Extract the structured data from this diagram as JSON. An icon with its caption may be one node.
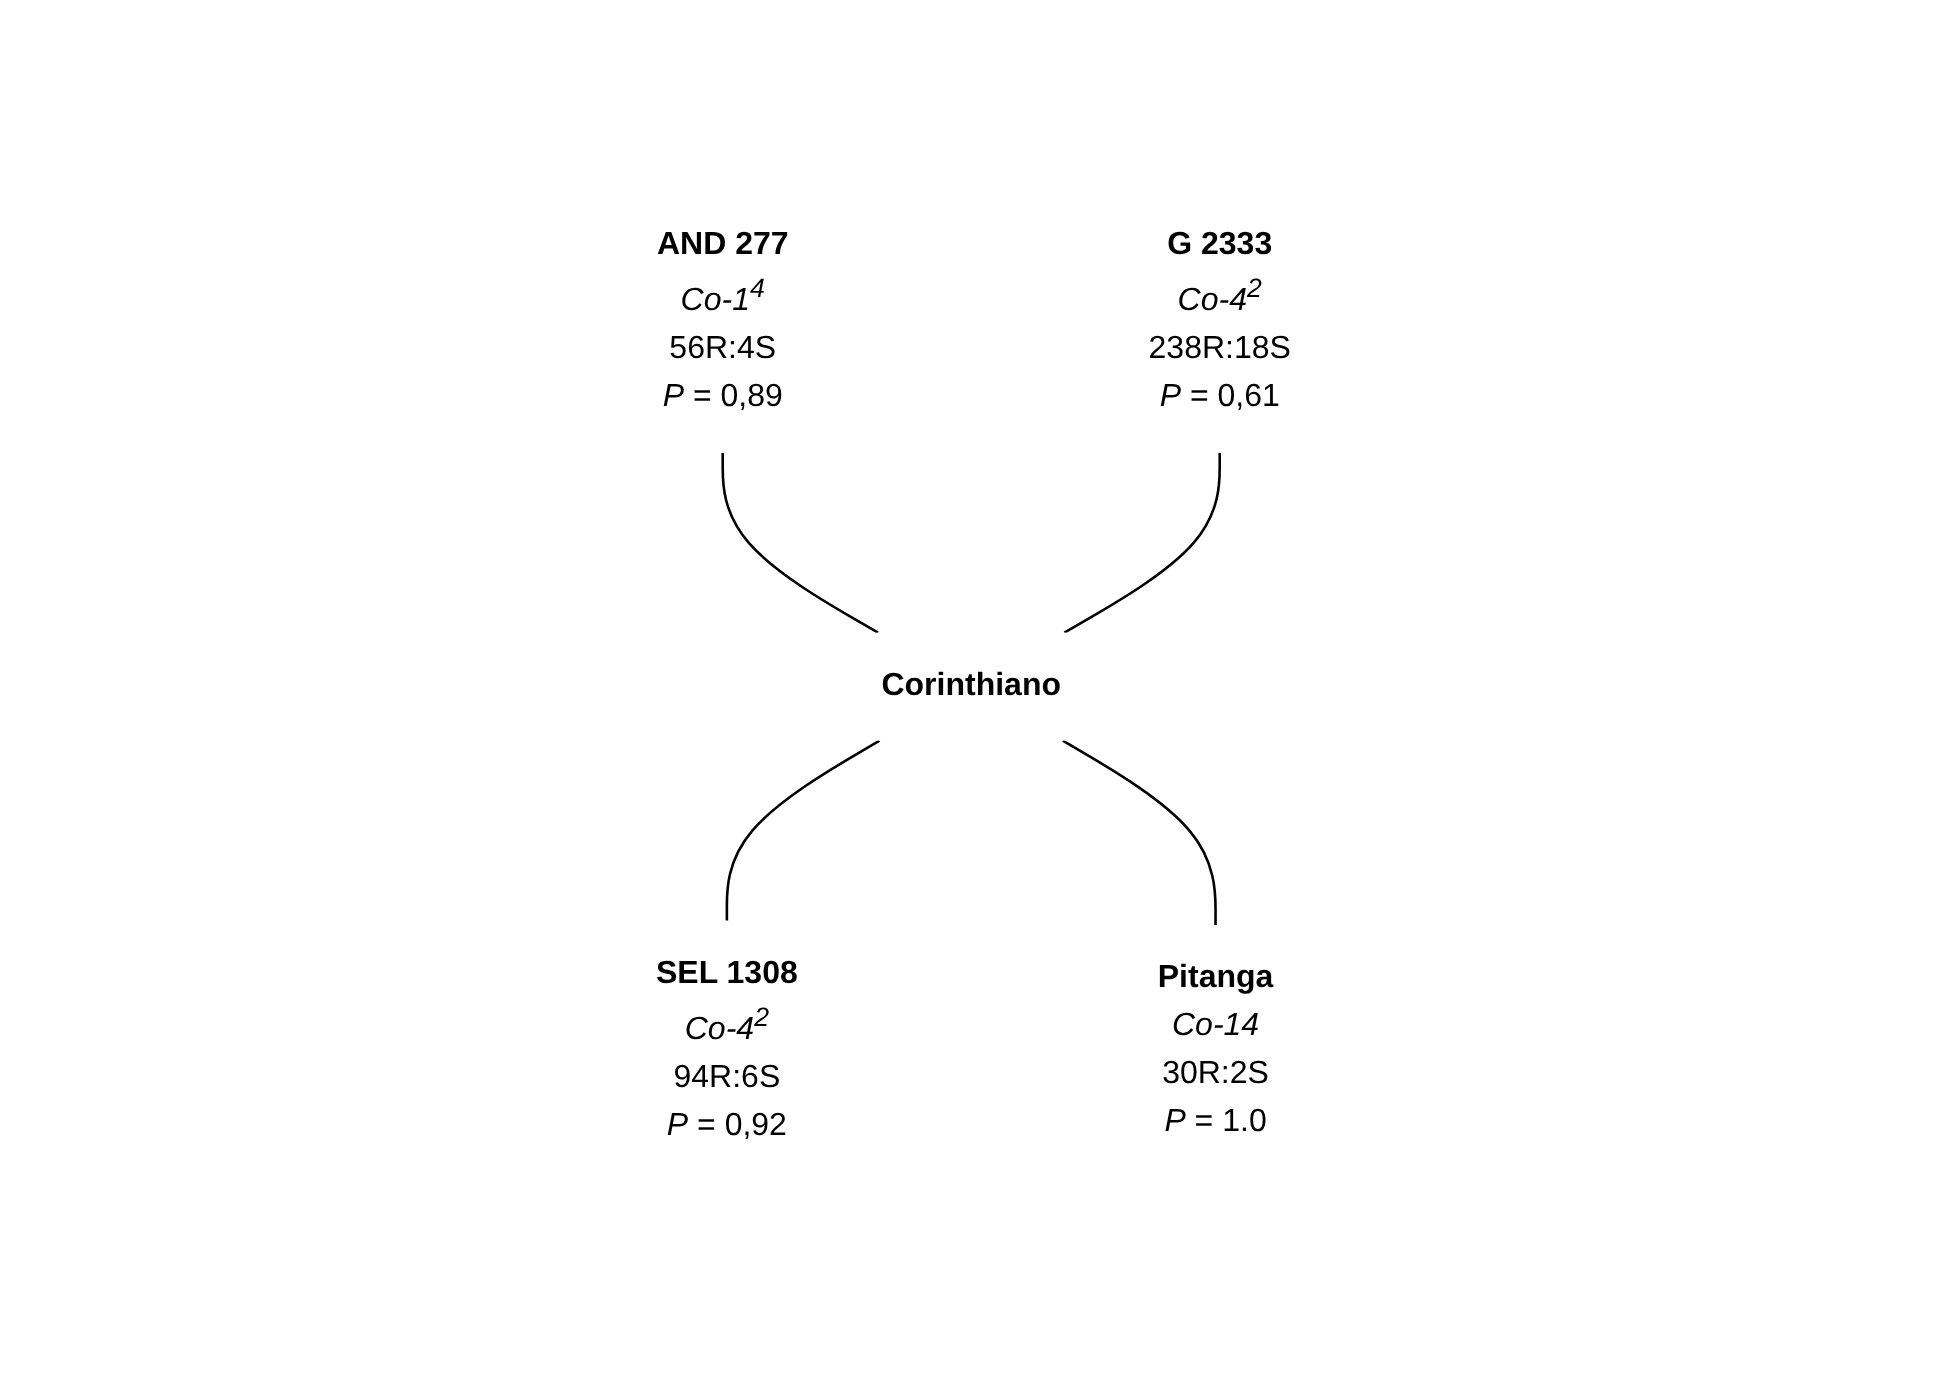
{
  "diagram": {
    "nodes": [
      {
        "text": [
          "AND 277",
          "Co-1$^{4}$",
          "56R:4S",
          "*P* = 0,89"
        ]
      },
      {
        "text": [
          "G 2333",
          "Co-4$^{2}$",
          "238R:18S",
          "*P* = 0,61"
        ]
      },
      {
        "text": [
          "Corinthiano"
        ]
      },
      {
        "text": [
          "SEL 1308",
          "Co-4$^{2}$",
          "94R:6S",
          "*P* = 0,92"
        ]
      },
      {
        "text": [
          "Pitanga",
          "Co-14",
          "30R:2S",
          "*P* = 1.0"
        ]
      }
    ],
    "edges": [
      {
        "from": 0,
        "to": 2,
        "arrow": "none"
      },
      {
        "from": 1,
        "to": 2,
        "arrow": "none"
      },
      {
        "from": 2,
        "to": 3,
        "arrow": "none"
      },
      {
        "from": 2,
        "to": 4,
        "arrow": "none"
      }
    ]
  }
}
